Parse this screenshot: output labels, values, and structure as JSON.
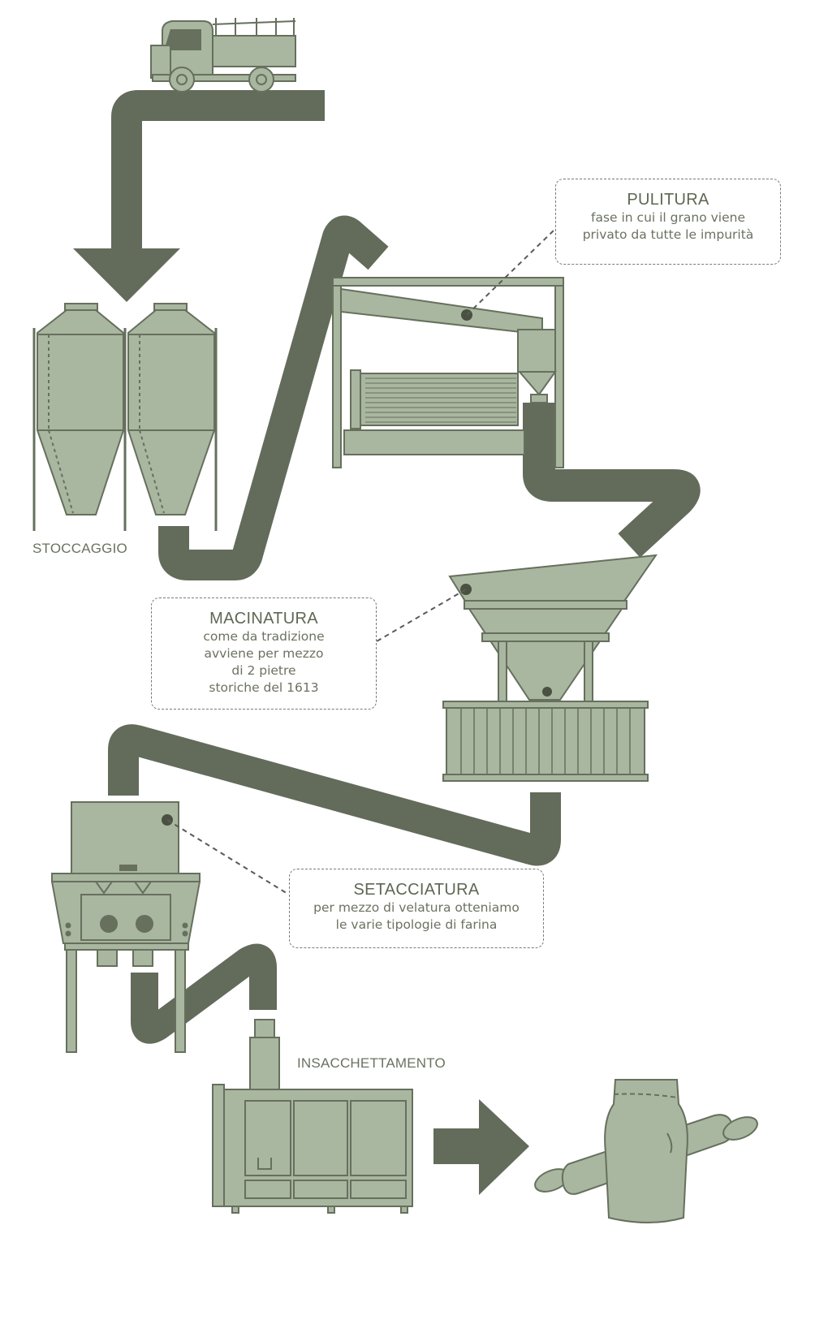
{
  "labels": {
    "stoccaggio": "STOCCAGGIO",
    "insacchettamento": "INSACCHETTAMENTO"
  },
  "steps": {
    "pulitura": {
      "title": "PULITURA",
      "lines": [
        "fase in cui il grano viene",
        "privato da tutte le impurità"
      ]
    },
    "macinatura": {
      "title": "MACINATURA",
      "lines": [
        "come da tradizione",
        "avviene per mezzo",
        "di 2 pietre",
        "storiche del 1613"
      ]
    },
    "setacciatura": {
      "title": "SETACCIATURA",
      "lines": [
        "per mezzo di velatura otteniamo",
        "le varie tipologie di farina"
      ]
    }
  },
  "colors": {
    "pipe": "#636b5b",
    "machine_fill": "#a9b6a0",
    "machine_stroke": "#66705d",
    "text": "#6b7260"
  },
  "icons": [
    "truck-icon",
    "silo-icon",
    "cleaning-machine-icon",
    "millstone-icon",
    "sifter-icon",
    "bagging-machine-icon",
    "flour-bag-icon",
    "rolling-pin-icon"
  ]
}
